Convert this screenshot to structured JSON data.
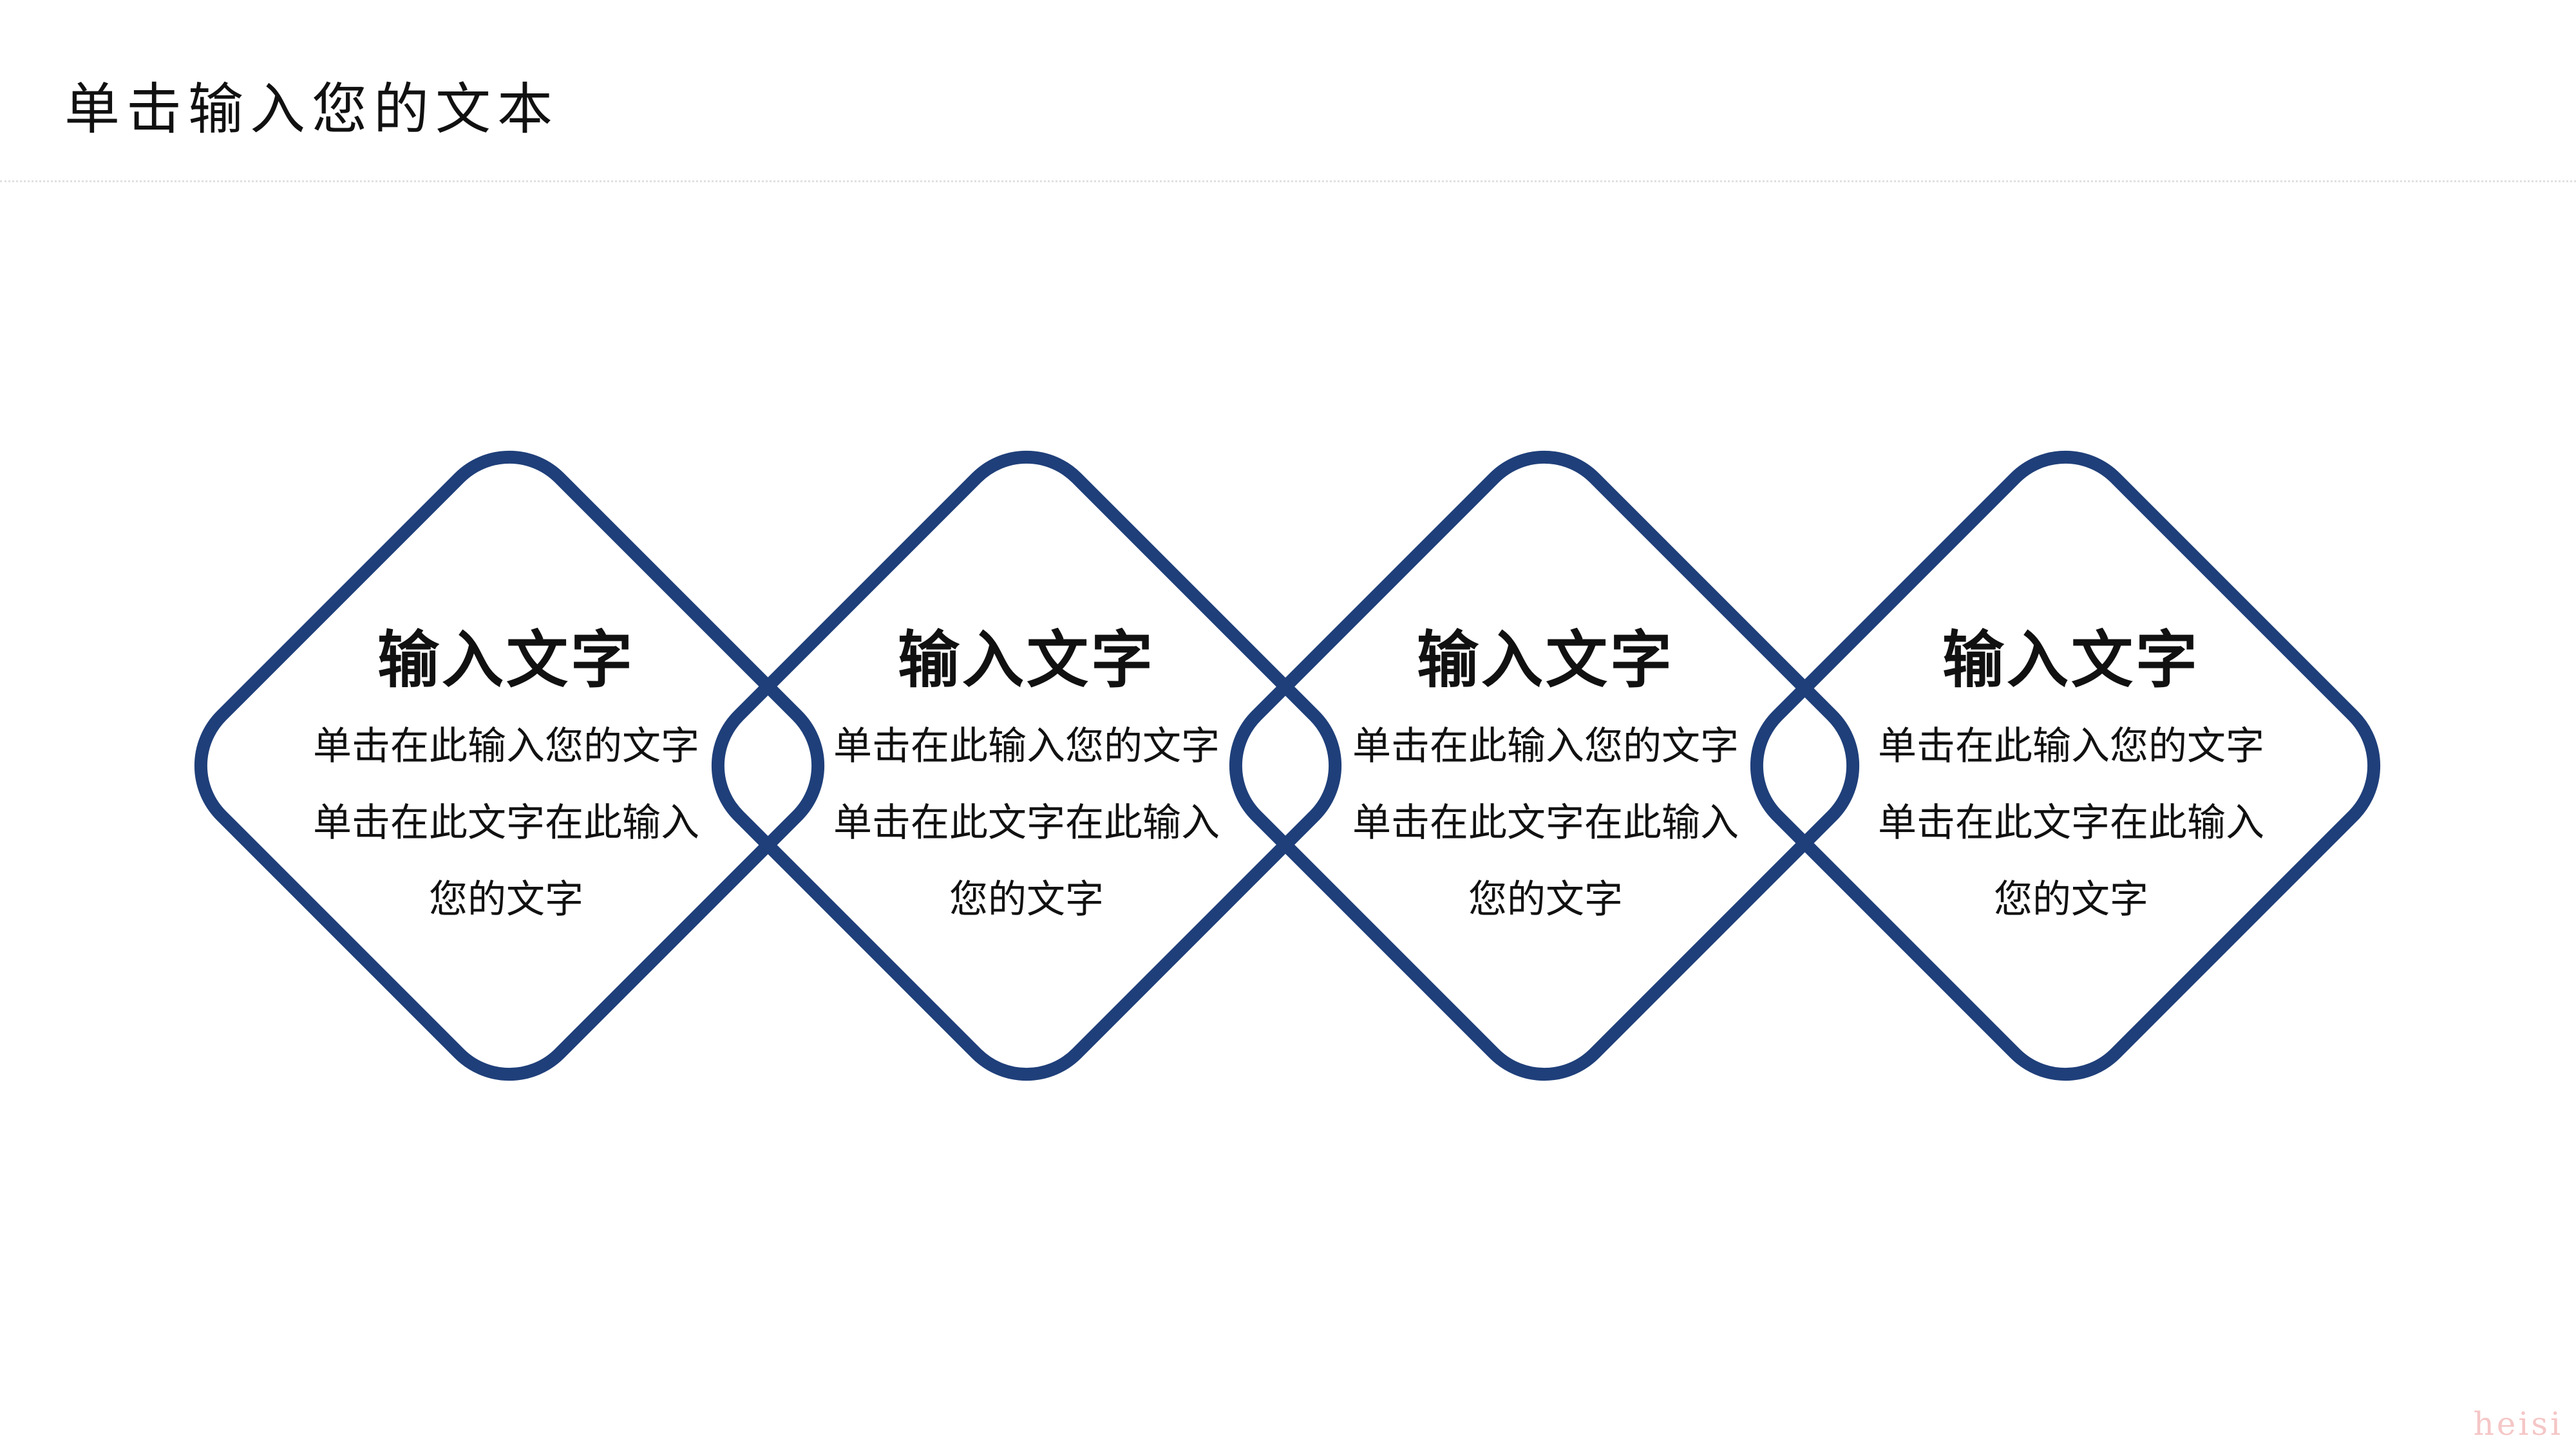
{
  "header": {
    "title": "单击输入您的文本"
  },
  "accent_color": "#1f3f7a",
  "cards": [
    {
      "heading": "输入文字",
      "body": "单击在此输入您的文字单击在此文字在此输入您的文字"
    },
    {
      "heading": "输入文字",
      "body": "单击在此输入您的文字单击在此文字在此输入您的文字"
    },
    {
      "heading": "输入文字",
      "body": "单击在此输入您的文字单击在此文字在此输入您的文字"
    },
    {
      "heading": "输入文字",
      "body": "单击在此输入您的文字单击在此文字在此输入您的文字"
    }
  ],
  "watermark": "heisi"
}
